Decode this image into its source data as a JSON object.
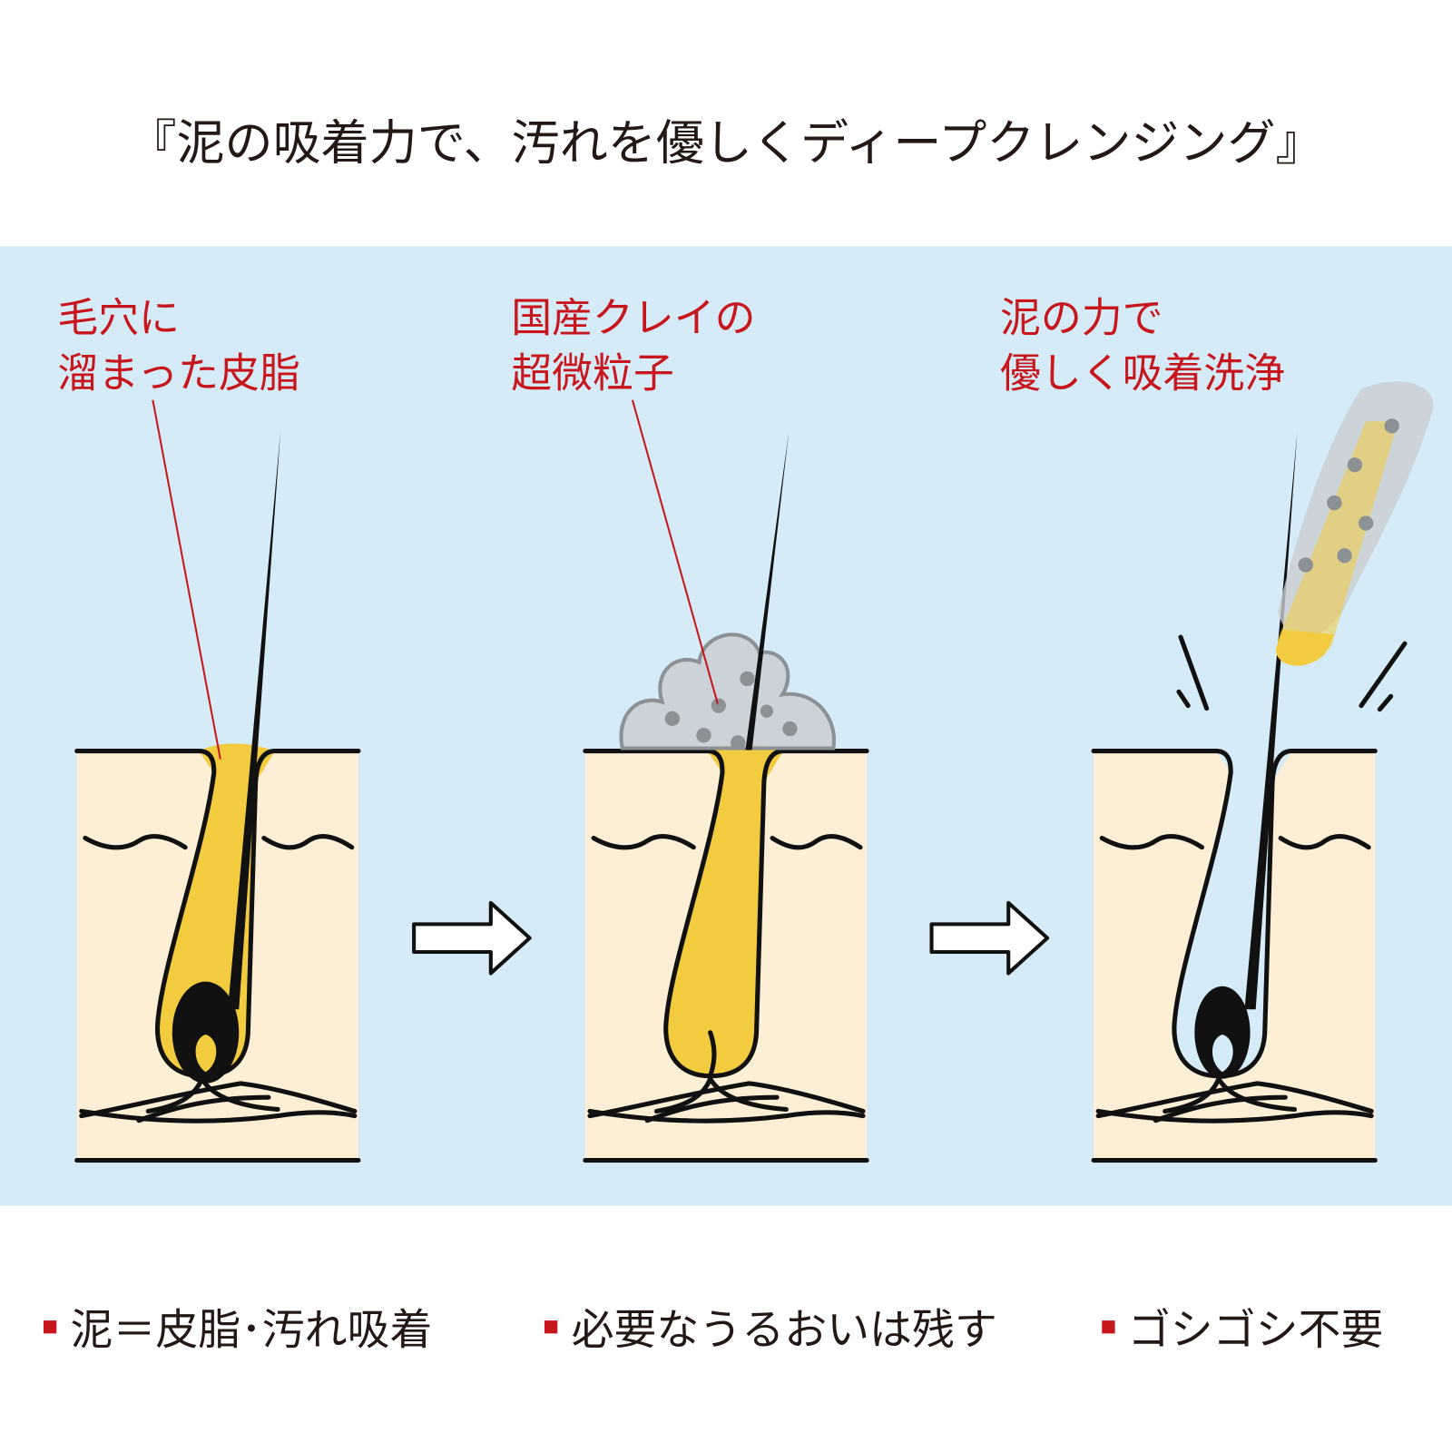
{
  "title": "『泥の吸着力で、汚れを優しくディープクレンジング』",
  "colors": {
    "background": "#d6ebf8",
    "skin": "#fdeed6",
    "sebum": "#f2cc3e",
    "label_red": "#c8161d",
    "clay": "#c9ced2",
    "clean_pore": "#d6ebf8"
  },
  "panels": [
    {
      "label_lines": [
        "毛穴に",
        "溜まった皮脂"
      ]
    },
    {
      "label_lines": [
        "国産クレイの",
        "超微粒子"
      ]
    },
    {
      "label_lines": [
        "泥の力で",
        "優しく吸着洗浄"
      ]
    }
  ],
  "bullets": [
    "泥＝皮脂･汚れ吸着",
    "必要なうるおいは残す",
    "ゴシゴシ不要"
  ],
  "icons": [
    "arrow-right-icon",
    "arrow-right-icon"
  ]
}
